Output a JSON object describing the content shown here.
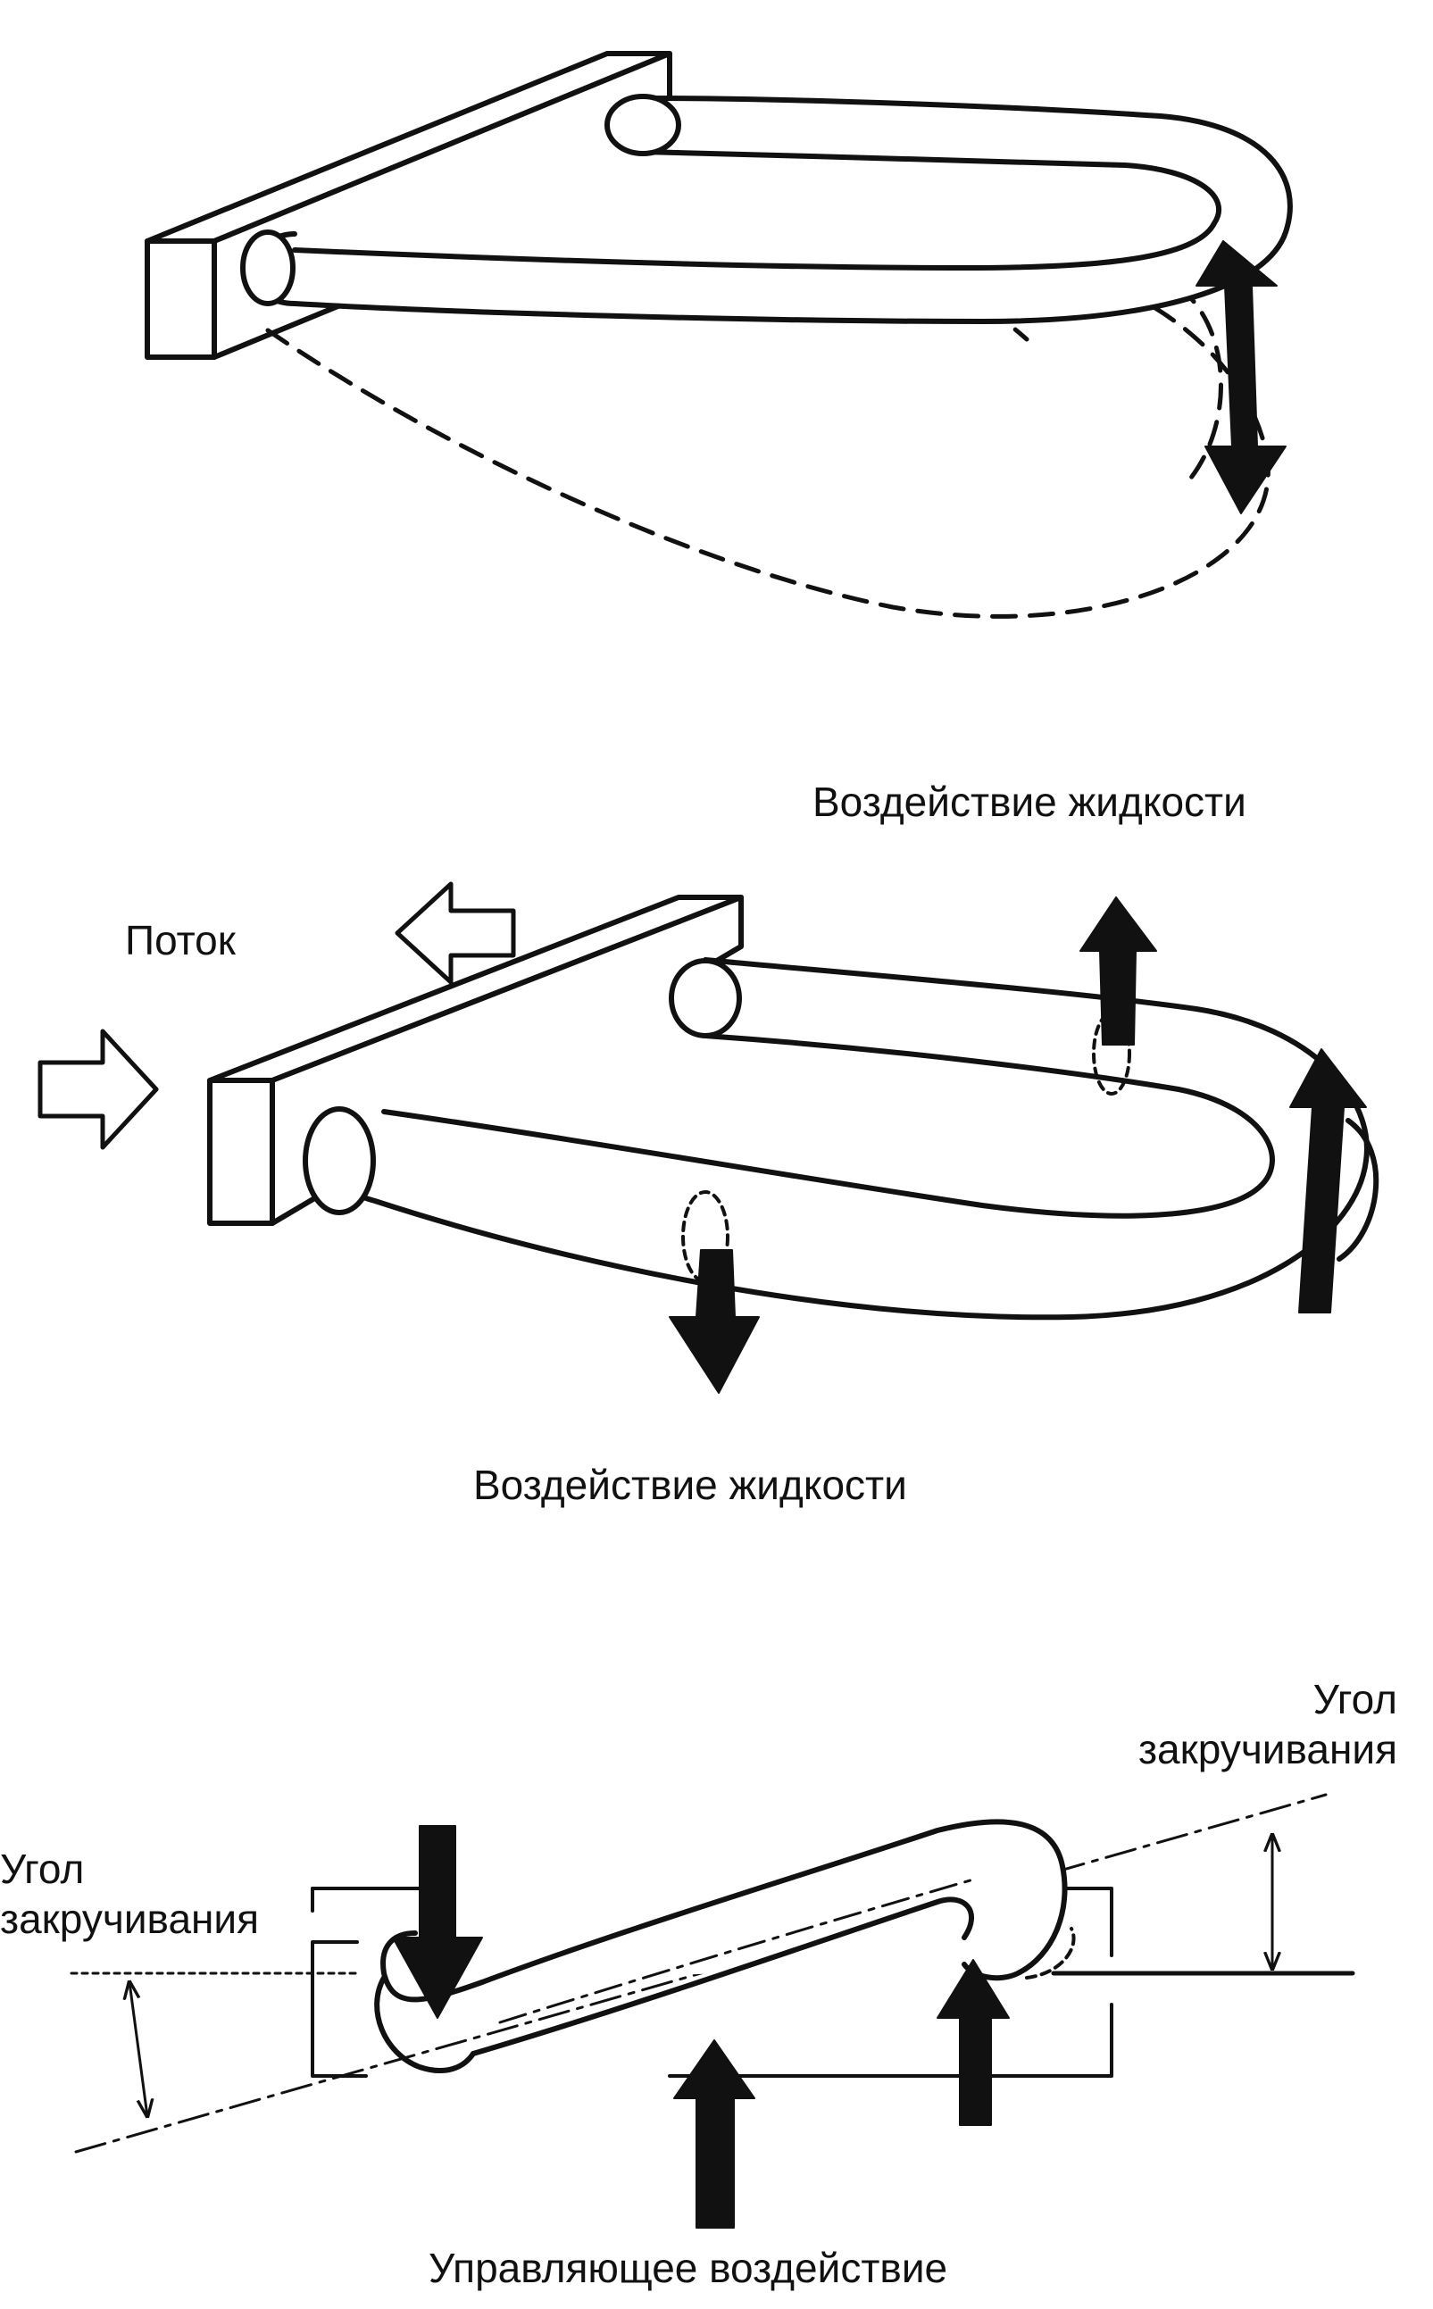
{
  "labels": {
    "fluid_action_top": "Воздействие жидкости",
    "flow": "Поток",
    "fluid_action_bottom": "Воздействие жидкости",
    "twist_angle_right": [
      "Угол",
      "закручивания"
    ],
    "twist_angle_left": [
      "Угол",
      "закручивания"
    ],
    "control_action": "Управляющее воздействие"
  },
  "colors": {
    "ink": "#111111",
    "background": "#ffffff"
  }
}
